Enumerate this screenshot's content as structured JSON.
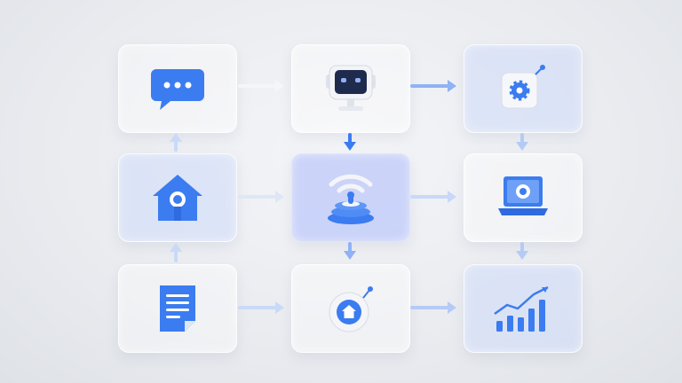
{
  "colors": {
    "accent": "#3b7cf0",
    "accent_light": "#8fb2f5",
    "background": "#eceef2",
    "arrow_faint": "#dfe6f6"
  },
  "nodes": [
    {
      "id": "chat",
      "icon": "chat-bubble-icon"
    },
    {
      "id": "robot",
      "icon": "robot-monitor-icon"
    },
    {
      "id": "settings",
      "icon": "gear-panel-icon"
    },
    {
      "id": "home",
      "icon": "smart-home-icon"
    },
    {
      "id": "hub",
      "icon": "wifi-hub-icon"
    },
    {
      "id": "laptop",
      "icon": "laptop-icon"
    },
    {
      "id": "document",
      "icon": "document-icon"
    },
    {
      "id": "home-sensor",
      "icon": "home-sensor-icon"
    },
    {
      "id": "growth",
      "icon": "bar-chart-growth-icon"
    }
  ],
  "edges": [
    {
      "from": "chat",
      "to": "robot"
    },
    {
      "from": "robot",
      "to": "settings"
    },
    {
      "from": "home",
      "to": "chat"
    },
    {
      "from": "robot",
      "to": "hub"
    },
    {
      "from": "settings",
      "to": "laptop"
    },
    {
      "from": "home",
      "to": "hub"
    },
    {
      "from": "hub",
      "to": "laptop"
    },
    {
      "from": "document",
      "to": "home"
    },
    {
      "from": "hub",
      "to": "home-sensor"
    },
    {
      "from": "laptop",
      "to": "growth"
    },
    {
      "from": "document",
      "to": "home-sensor"
    },
    {
      "from": "home-sensor",
      "to": "growth"
    }
  ]
}
